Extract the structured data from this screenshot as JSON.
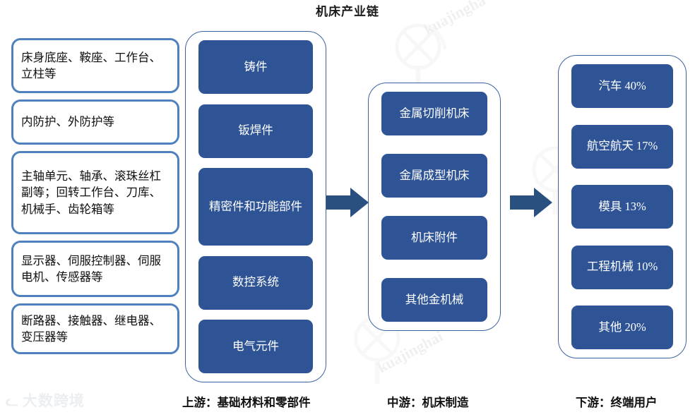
{
  "title": "机床产业链",
  "colors": {
    "blue_fill": "#2E5496",
    "box_border": "#4E81BD",
    "stage_border": "#3A64A0",
    "arrow": "#2A5080"
  },
  "upstream_details": [
    {
      "text": "床身底座、鞍座、工作台、立柱等"
    },
    {
      "text": "内防护、外防护等"
    },
    {
      "text": "主轴单元、轴承、滚珠丝杠副等；回转工作台、刀库、机械手、齿轮箱等"
    },
    {
      "text": "显示器、伺服控制器、伺服电机、传感器等"
    },
    {
      "text": "断路器、接触器、继电器、变压器等"
    }
  ],
  "upstream": {
    "caption": "上游：基础材料和零部件",
    "items": [
      {
        "label": "铸件"
      },
      {
        "label": "钣焊件"
      },
      {
        "label": "精密件和功能部件"
      },
      {
        "label": "数控系统"
      },
      {
        "label": "电气元件"
      }
    ]
  },
  "midstream": {
    "caption": "中游：机床制造",
    "items": [
      {
        "label": "金属切削机床"
      },
      {
        "label": "金属成型机床"
      },
      {
        "label": "机床附件"
      },
      {
        "label": "其他金机械"
      }
    ]
  },
  "downstream": {
    "caption": "下游：终端用户",
    "items": [
      {
        "label": "汽车 40%",
        "value": 40
      },
      {
        "label": "航空航天 17%",
        "value": 17
      },
      {
        "label": "模具 13%",
        "value": 13
      },
      {
        "label": "工程机械 10%",
        "value": 10
      },
      {
        "label": "其他 20%",
        "value": 20
      }
    ]
  },
  "watermark": {
    "logo_mark": "ᓚ",
    "logo_text": "大数跨境"
  }
}
